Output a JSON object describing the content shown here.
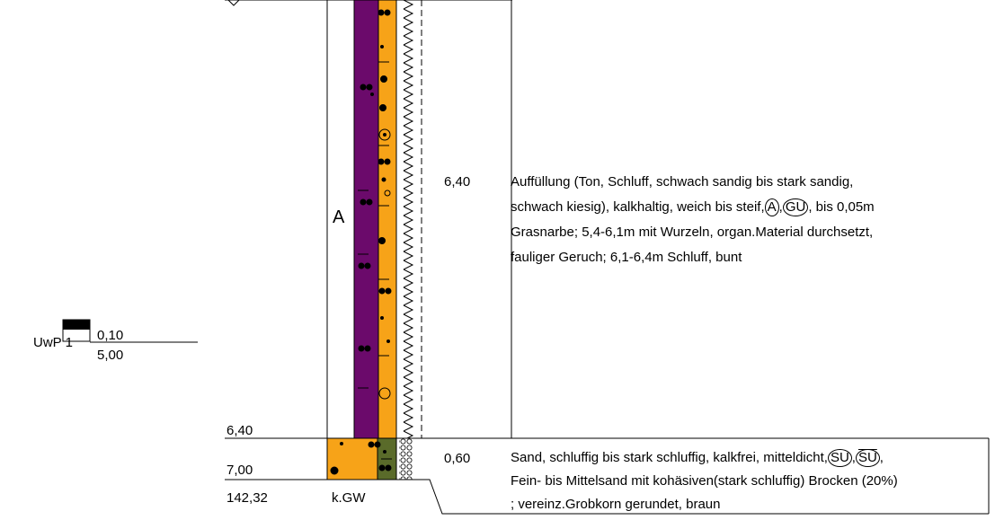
{
  "colors": {
    "purple": "#6b0a6b",
    "orange": "#f7a318",
    "olive": "#5a6b2a"
  },
  "sample": {
    "label": "UwP 1",
    "top_depth": "0,10",
    "bottom_depth": "5,00"
  },
  "layers": [
    {
      "depth_bottom": "6,40",
      "thickness": "6,40",
      "stratigraphy": "A",
      "description_lines": [
        "Auffüllung (Ton, Schluff, schwach sandig bis stark sandig,",
        "schwach kiesig), kalkhaltig, weich bis steif,",
        "Grasnarbe; 5,4-6,1m mit Wurzeln, organ.Material durchsetzt,",
        "fauliger Geruch; 6,1-6,4m Schluff, bunt"
      ],
      "line2_symbols": [
        "A",
        "GU"
      ],
      "line2_suffix": ", bis 0,05m"
    },
    {
      "depth_bottom": "7,00",
      "thickness": "0,60",
      "description_line1": "Sand, schluffig bis stark schluffig, kalkfrei, mitteldicht,",
      "line1_symbols": [
        "SU",
        "SU"
      ],
      "line1_suffix": ",",
      "description_lines_rest": [
        "Fein- bis Mittelsand mit kohäsiven(stark schluffig) Brocken (20%)",
        "; vereinz.Grobkorn gerundet, braun"
      ]
    }
  ],
  "footer": {
    "elevation": "142,32",
    "groundwater": "k.GW"
  }
}
